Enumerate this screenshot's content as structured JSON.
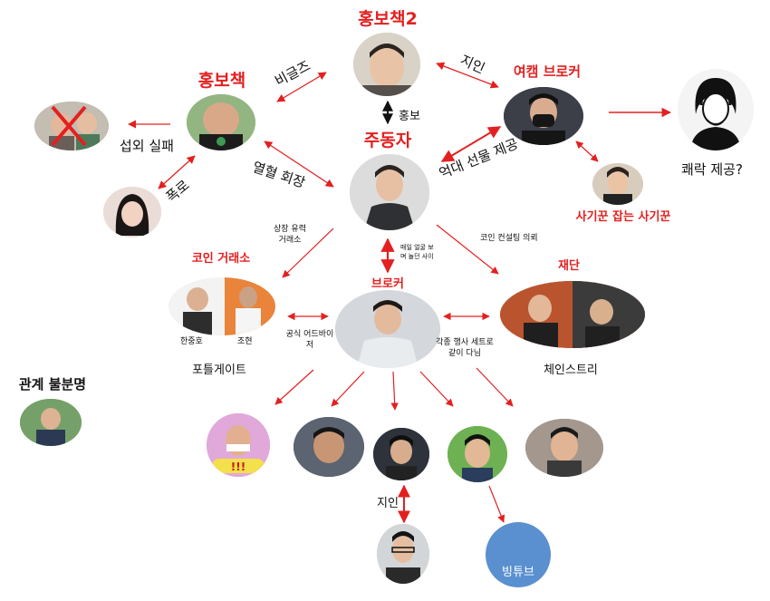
{
  "nodes": {
    "hongbochaek2": "홍보책2",
    "hongbochaek": "홍보책",
    "yeocam_broker": "여캠 브로커",
    "judongja": "주동자",
    "coin_exchange": "코인 거래소",
    "broker": "브로커",
    "foundation": "재단",
    "sagikun": "사기꾼 잡는 사기꾼",
    "relation_unclear": "관계 불분명",
    "fortune_gate": "포틀게이트",
    "chainstreet": "체인스트리",
    "bingtube": "빙튜브",
    "photo_names": [
      "한중호",
      "조현"
    ]
  },
  "edges": {
    "bigeuljeu": "비글즈",
    "jiin_top": "지인",
    "hongbo": "홍보",
    "seopoe_silpae": "섭외 실패",
    "yeolhyeol_hoejang": "열혈 회장",
    "eokdae_gift": "억대 선물 제공",
    "pokro": "폭로",
    "kwaerak": "쾌락 제공?",
    "sangjang_line1": "상장 유력",
    "sangjang_line2": "거래소",
    "maeil_line1": "매일 얼굴 보",
    "maeil_line2": "며 놀던 사이",
    "coin_consulting": "코인 컨설팅 의뢰",
    "official_adv_line1": "공식 어드바이",
    "official_adv_line2": "저",
    "events_line1": "각종 행사 세트로",
    "events_line2": "같이 다님",
    "jiin_bottom": "지인"
  },
  "icons": [
    "woman-operator-icon",
    "red-x-icon",
    "oyeah-sticker-icon"
  ],
  "colors": {
    "accent_red": "#e32020",
    "bingtube_blue": "#5a8fd0"
  }
}
